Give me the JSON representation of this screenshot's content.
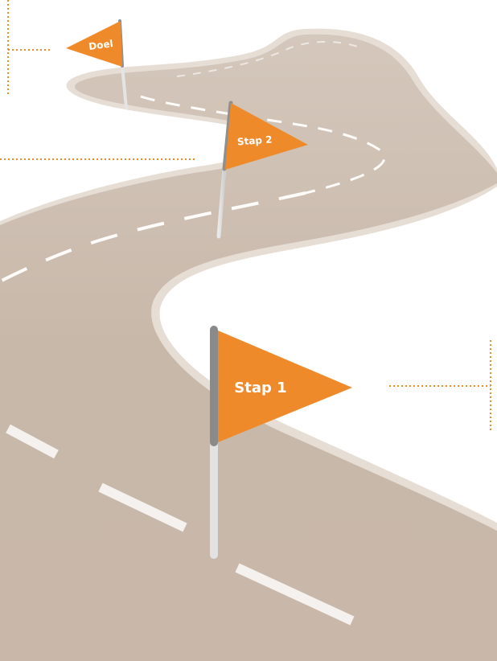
{
  "colors": {
    "road": "#cbbbae",
    "road_edge": "#e7ded6",
    "road_marking": "#ffffff",
    "flag": "#ef8a2b",
    "pole_top": "#8a8a8a",
    "pole_bottom": "#e2e2e2",
    "connector": "#ef8a2b",
    "background": "#ffffff"
  },
  "flags": [
    {
      "id": "goal",
      "label": "Doel"
    },
    {
      "id": "step2",
      "label": "Stap 2"
    },
    {
      "id": "step1",
      "label": "Stap 1"
    }
  ],
  "connectors": [
    {
      "id": "goal-connector",
      "target": "Doel",
      "side": "left"
    },
    {
      "id": "step2-connector",
      "target": "Stap 2",
      "side": "left"
    },
    {
      "id": "step1-connector",
      "target": "Stap 1",
      "side": "right"
    }
  ]
}
